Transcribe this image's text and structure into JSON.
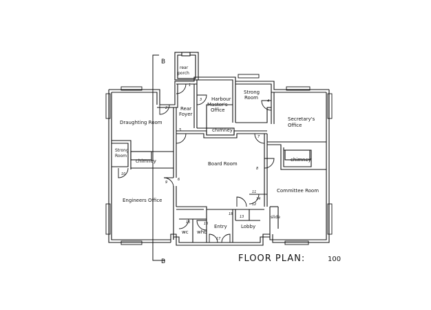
{
  "section_marks": {
    "top": "B",
    "bottom": "B"
  },
  "rooms": {
    "rear_porch_1": "rear",
    "rear_porch_2": "porch",
    "harbour_1": "Harbour",
    "harbour_2": "Master's",
    "harbour_3": "Office",
    "strong_room_1_a": "Strong",
    "strong_room_1_b": "Room",
    "rear_foyer_1": "Rear",
    "rear_foyer_2": "Foyer",
    "draughting_room": "Draughting Room",
    "secretary_1": "Secretary's",
    "secretary_2": "Office",
    "chimney_center": "chimney",
    "strong_room_2_a": "Strong",
    "strong_room_2_b": "Room",
    "chimney_left": "chimney",
    "board_room": "Board Room",
    "chimney_right": "chimney",
    "committee_room": "Committee Room",
    "engineers_office": "Engineers Office",
    "slide": "slide",
    "wc": "wc",
    "whb": "whb",
    "entry": "Entry",
    "lobby": "Lobby"
  },
  "door_numbers": {
    "d_porch": "1",
    "d_rear_foyer": "2",
    "d_harbour": "3",
    "d_strong": "4",
    "d_draught_a": "5",
    "d_draught_b": "6",
    "d_secretary_a": "7",
    "d_secretary_b": "8",
    "d_left_strong": "9",
    "d_left_strong_b": "10",
    "d_board_left": "11",
    "d_board_right": "12",
    "d_lobby_a": "13",
    "d_lobby_b": "14",
    "d_wc": "15",
    "d_whb": "16",
    "d_entry": "17",
    "d_entry_b": "18"
  },
  "title": {
    "label": "FLOOR  PLAN:",
    "scale": "100"
  }
}
